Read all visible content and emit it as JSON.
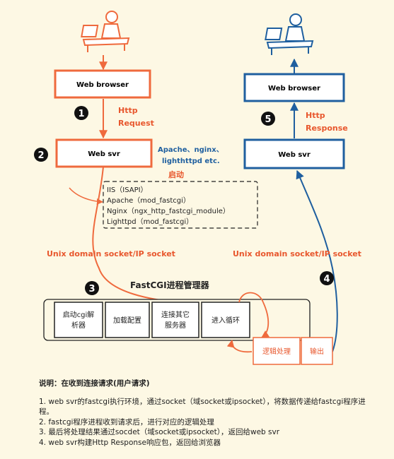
{
  "left": {
    "browser": "Web browser",
    "step1": "Http",
    "step1b": "Request",
    "svr": "Web svr",
    "svr_note1": "Apache、nginx、",
    "svr_note2": "lighthttpd etc.",
    "start": "启动",
    "modules": [
      "IIS（ISAPI）",
      "Apache（mod_fastcgi）",
      "Nginx（ngx_http_fastcgi_module）",
      "Lighttpd（mod_fastcgi）"
    ],
    "socket": "Unix domain socket/IP socket"
  },
  "right": {
    "browser": "Web browser",
    "step1": "Http",
    "step1b": "Response",
    "svr": "Web svr",
    "socket": "Unix domain socket/IP socket"
  },
  "steps": [
    "1",
    "2",
    "3",
    "4",
    "5"
  ],
  "manager": {
    "title": "FastCGI进程管理器",
    "cells": [
      [
        "启动cgi解",
        "析器"
      ],
      [
        "加载配置"
      ],
      [
        "连接其它",
        "服务器"
      ],
      [
        "进入循环"
      ]
    ],
    "logic": "逻辑处理",
    "output": "输出"
  },
  "notes": {
    "title": "说明：在收到连接请求(用户请求)",
    "lines": [
      "1. web svr的fastcgi执行环境，通过socket（域socket或ipsocket），将数据传递给fastcgi程序进程。",
      "2. fastcgi程序进程收到请求后，进行对应的逻辑处理",
      "3. 最后将处理结果通过socdet（域socket或ipsocket），返回给web svr",
      "4. web svr构建Http Response响应包，返回给浏览器"
    ]
  },
  "colors": {
    "orange": "#ef6a3d",
    "blue": "#1f5f9f",
    "bg": "#fdf8e4"
  },
  "icons": [
    "user-at-computer-icon-orange",
    "user-at-computer-icon-blue"
  ]
}
